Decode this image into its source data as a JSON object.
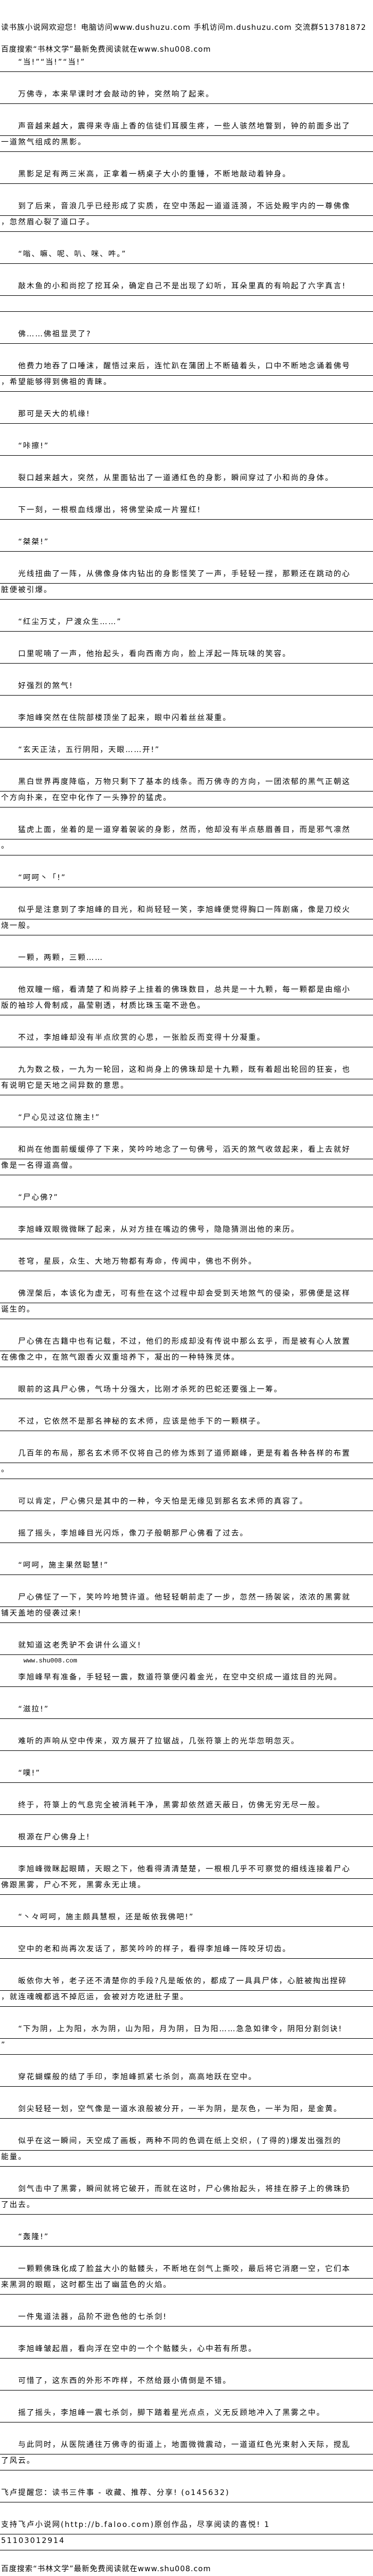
{
  "header": {
    "site_welcome": "读书族小说网欢迎您！电脑访问www.dushuzu.com 手机访问m.dushuzu.com 交流群513781872",
    "search_hint": "百度搜索“书林文学”最新免费阅读就在www.shu008.com"
  },
  "paragraphs": [
    {
      "lines": [
        "　　“当!”“当!”“当!”"
      ]
    },
    {
      "lines": [
        "　　万佛寺，本来早课时才会敲动的钟，突然响了起来。"
      ]
    },
    {
      "lines": [
        "　　声音越来越大，震得来寺庙上香的信徒们耳膜生疼，一些人骇然地瞥到，钟的前面多出了",
        "一道煞气组成的黑影。"
      ]
    },
    {
      "lines": [
        "　　黑影足足有两三米高，正拿着一柄桌子大小的重锤，不断地敲动着钟身。"
      ]
    },
    {
      "lines": [
        "　　到了后来，音浪几乎已经形成了实质，在空中荡起一道道涟漪，不远处殿宇内的一尊佛像",
        "，忽然眉心裂了道口子。"
      ]
    },
    {
      "lines": [
        "　　“嗡、嘛、呢、叭、咪、吽。”"
      ]
    },
    {
      "lines": [
        "　　敲木鱼的小和尚挖了挖耳朵，确定自己不是出现了幻听，耳朵里真的有响起了六字真言!",
        " "
      ]
    },
    {
      "lines": [
        "　　佛……佛祖显灵了?"
      ]
    },
    {
      "lines": [
        "　　他费力地吞了口唾沫，醒悟过来后，连忙趴在蒲团上不断磕着头，口中不断地念诵着佛号",
        "，希望能够得到佛祖的青睐。"
      ]
    },
    {
      "lines": [
        "　　那可是天大的机缘!"
      ]
    },
    {
      "lines": [
        "　　“咔擦!”"
      ]
    },
    {
      "lines": [
        "　　裂口越来越大，突然，从里面钻出了一道通红色的身影，瞬间穿过了小和尚的身体。"
      ]
    },
    {
      "lines": [
        "　　下一刻，一根根血线爆出，将佛堂染成一片猩红!"
      ]
    },
    {
      "lines": [
        "　　“桀桀!”"
      ]
    },
    {
      "lines": [
        "　　光线扭曲了一阵，从佛像身体内钻出的身影怪笑了一声，手轻轻一捏，那颗还在跳动的心",
        "脏便被引爆。"
      ]
    },
    {
      "lines": [
        "　　“红尘万丈，尸渡众生……”"
      ]
    },
    {
      "lines": [
        "　　口里呢喃了一声，他抬起头，看向西南方向，脸上浮起一阵玩味的笑容。"
      ]
    },
    {
      "lines": [
        "　　好强烈的煞气!"
      ]
    },
    {
      "lines": [
        "　　李旭峰突然在住院部楼顶坐了起来，眼中闪着丝丝凝重。"
      ]
    },
    {
      "lines": [
        "　　“玄天正法，五行阴阳，天眼……开!”"
      ]
    },
    {
      "lines": [
        "　　黑白世界再度降临，万物只剩下了基本的线条。而万佛寺的方向，一团浓郁的黑气正朝这",
        "个方向扑来，在空中化作了一头狰狞的猛虎。"
      ]
    },
    {
      "lines": [
        "　　猛虎上面，坐着的是一道穿着袈裟的身影，然而，他却没有半点慈眉善目，而是邪气凛然",
        "。"
      ]
    },
    {
      "lines": [
        "　　“呵呵丶「!”"
      ]
    },
    {
      "lines": [
        "　　似乎是注意到了李旭峰的目光，和尚轻轻一笑，李旭峰便觉得胸口一阵剧痛，像是刀绞火",
        "烧一般。"
      ]
    },
    {
      "lines": [
        "　　一颗，两颗，三颗……"
      ]
    },
    {
      "lines": [
        "　　他双瞳一缩，看清楚了和尚脖子上挂着的佛珠数目，总共是一十九颗，每一颗都是由缩小",
        "版的袖珍人骨制成，晶莹剔透，材质比珠玉毫不逊色。"
      ]
    },
    {
      "lines": [
        "　　不过，李旭峰却没有半点欣赏的心思，一张脸反而变得十分凝重。"
      ]
    },
    {
      "lines": [
        "　　九为数之极，一九为一轮回，这和尚身上的佛珠却是十九颗，既有着超出轮回的狂妄，也",
        "有说明它是天地之间异数的意思。"
      ]
    },
    {
      "lines": [
        "　　“尸心见过这位施主!”"
      ]
    },
    {
      "lines": [
        "　　和尚在他面前缓缓停了下来，笑吟吟地念了一句佛号，滔天的煞气收敛起来，看上去就好",
        "像是一名得道高僧。"
      ]
    },
    {
      "lines": [
        "　　“尸心佛?”"
      ]
    },
    {
      "lines": [
        "　　李旭峰双眼微微眯了起来，从对方挂在嘴边的佛号，隐隐猜测出他的来历。"
      ]
    },
    {
      "lines": [
        "　　苍穹，星辰，众生、大地万物都有寿命，传闻中，佛也不例外。"
      ]
    },
    {
      "lines": [
        "　　佛涅槃后，本该化为虚无，可有些在这个过程中却会受到天地煞气的侵染，邪佛便是这样",
        "诞生的。"
      ]
    },
    {
      "lines": [
        "　　尸心佛在古籍中也有记载，不过，他们的形成却没有传说中那么玄乎，而是被有心人放置",
        "在佛像之中，在煞气跟香火双重培养下，凝出的一种特殊灵体。"
      ]
    },
    {
      "lines": [
        "　　眼前的这具尸心佛，气场十分强大，比刚才杀死的巴蛇还要强上一筹。"
      ]
    },
    {
      "lines": [
        "　　不过，它依然不是那名神秘的玄术师，应该是他手下的一颗棋子。"
      ]
    },
    {
      "lines": [
        "　　几百年的布局，那名玄术师不仅将自己的修为炼到了道师巅峰，更是有着各种各样的布置",
        "。"
      ]
    },
    {
      "lines": [
        "　　可以肯定，尸心佛只是其中的一种，今天怕是无缘见到那名玄术师的真容了。"
      ]
    },
    {
      "lines": [
        "　　摇了摇头，李旭峰目光闪烁，像刀子般朝那尸心佛看了过去。"
      ]
    },
    {
      "lines": [
        "　　“呵呵，施主果然聪慧!”"
      ]
    },
    {
      "lines": [
        "　　尸心佛怔了一下，笑吟吟地赞许道。他轻轻朝前走了一步，忽然一扬袈裟，浓浓的黑雾就",
        "铺天盖地的侵袭过来!"
      ]
    },
    {
      "lines": [
        "　　就知道这老秃驴不会讲什么道义!"
      ]
    },
    {
      "watermark": "www.shu008.com",
      "lines": [
        "　　李旭峰早有准备，手轻轻一震，数道符箓便闪着金光，在空中交织成一道炫目的光网。"
      ]
    },
    {
      "lines": [
        "　　“滋拉!”"
      ]
    },
    {
      "lines": [
        "　　难听的声响从空中传来，双方展开了拉锯战，几张符箓上的光华忽明忽灭。"
      ]
    },
    {
      "lines": [
        "　　“噗!”"
      ]
    },
    {
      "lines": [
        "　　终于，符箓上的气息完全被消耗干净，黑雾却依然遮天蔽日，仿佛无穷无尽一般。"
      ]
    },
    {
      "lines": [
        "　　根源在尸心佛身上!"
      ]
    },
    {
      "lines": [
        "　　李旭峰微眯起眼睛，天眼之下，他看得清清楚楚，一根根几乎不可察觉的细线连接着尸心",
        "佛跟黑雾，尸心不死，黑雾永无止境。"
      ]
    },
    {
      "lines": [
        "　　“丶々呵呵，施主颇具慧根，还是皈依我佛吧!”"
      ]
    },
    {
      "lines": [
        "　　空中的老和尚再次发话了，那笑吟吟的样子，看得李旭峰一阵咬牙切齿。"
      ]
    },
    {
      "lines": [
        "　　皈依你大爷，老子还不清楚你的手段?凡是皈依的，都成了一具具尸体，心脏被掏出捏碎",
        "，就连魂魄都逃不掉厄运，会被对方吃进肚子里。"
      ]
    },
    {
      "lines": [
        "　　“下为阴，上为阳，水为阴，山为阳，月为阴，日为阳……急急如律令，阴阳分割剑诀!",
        "”"
      ]
    },
    {
      "lines": [
        "　　穿花蝴蝶般的结了手印，李旭峰抓紧七杀剑，高高地跃在空中。"
      ]
    },
    {
      "lines": [
        "　　剑尖轻轻一划，空气像是一道水浪般被分开，一半为阴，是灰色，一半为阳，是金黄。"
      ]
    },
    {
      "lines": [
        "　　似乎在这一瞬间，天空成了画板，两种不同的色调在纸上交织，(了得的)爆发出强烈的",
        "能量。"
      ]
    },
    {
      "lines": [
        "　　剑气击中了黑雾，瞬间就将它破开，而就在这时，尸心佛抬起头，将挂在脖子上的佛珠扔",
        "了出去。"
      ]
    },
    {
      "lines": [
        "　　“轰隆!”"
      ]
    },
    {
      "lines": [
        "　　一颗颗佛珠化成了脸盆大小的骷髅头，不断地在剑气上撕咬，最后将它消磨一空，它们本",
        "来黑洞的眼眶，这时都生出了幽蓝色的火焰。"
      ]
    },
    {
      "lines": [
        "　　一件鬼道法器，品阶不逊色他的七杀剑!"
      ]
    },
    {
      "lines": [
        "　　李旭峰皱起眉，看向浮在空中的一个个骷髅头，心中若有所思。"
      ]
    },
    {
      "lines": [
        "　　可惜了，这东西的外形不咋样，不然给聂小倩倒是不错。"
      ]
    },
    {
      "lines": [
        "　　摇了摇头，李旭峰一震七杀剑，脚下踏着星光点点，义无反顾地冲入了黑雾之中。"
      ]
    },
    {
      "lines": [
        "　　与此同时，从医院通往万佛寺的街道上，地面微微震动，一道道红色光束射入天际，搅乱",
        "了风云。"
      ]
    },
    {
      "lines": [
        "飞卢提醒您：读书三件事 - 收藏、推荐、分享! (o145632)"
      ]
    },
    {
      "lines": [
        "支持飞卢小说网(http://b.faloo.com)原创作品，尽享阅读的喜悦! 1",
        "51103012914"
      ]
    }
  ],
  "footer": {
    "search_hint": "百度搜索“书林文学”最新免费阅读就在www.shu008.com"
  }
}
